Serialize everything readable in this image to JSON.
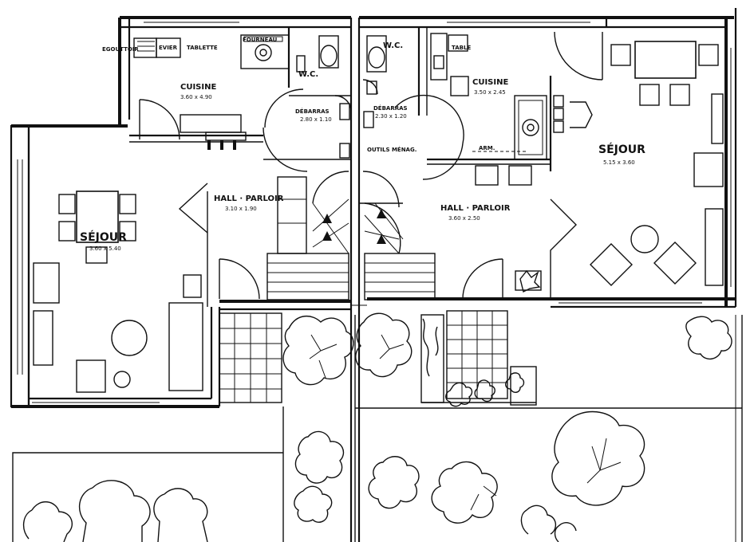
{
  "labels": {
    "left_sejour": "SÉJOUR",
    "left_sejour_dim": "3.60 x 5.40",
    "left_cuisine": "CUISINE",
    "left_cuisine_dim": "3.60 x 4.90",
    "left_hall": "HALL · PARLOIR",
    "left_hall_dim": "3.10 x 1.90",
    "left_debarras": "DÉBARRAS",
    "left_debarras_dim": "2.80 x 1.10",
    "left_wc": "W.C.",
    "left_egouttoir": "EGOUTTOIR",
    "left_evier": "EVIER",
    "left_tablette": "TABLETTE",
    "left_fourneau": "FOURNEAU",
    "right_wc": "W.C.",
    "right_table": "TABLE",
    "right_cuisine": "CUISINE",
    "right_cuisine_dim": "3.50 x 2.45",
    "right_debarras": "DÉBARRAS",
    "right_debarras_dim": "2.30 x 1.20",
    "right_outils": "OUTILS MÉNAG.",
    "right_arm": "ARM.",
    "right_sejour": "SÉJOUR",
    "right_sejour_dim": "5.15 x 3.60",
    "right_hall": "HALL · PARLOIR",
    "right_hall_dim": "3.60 x 2.50"
  },
  "colors": {
    "ink": "#111111",
    "paper": "#ffffff"
  }
}
